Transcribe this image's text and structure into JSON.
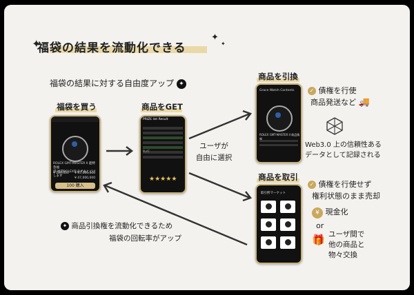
{
  "title": "福袋の結果を流動化できる",
  "subtitle": "福袋の結果に対する自由度アップ",
  "steps": {
    "buy": "福袋を買う",
    "get": "商品をGET",
    "exchange": "商品を引換",
    "trade": "商品を取引"
  },
  "middle_text": [
    "ユーザが",
    "自由に選択"
  ],
  "exchange_info": {
    "line1": "債権を行使",
    "line2": "商品発送など",
    "web3_line1": "Web3.0 上の信頼性ある",
    "web3_line2": "データとして記録される"
  },
  "trade_info": {
    "line1": "債権を行使せず",
    "line2": "権利状態のまま売却",
    "cash": "現金化",
    "or": "or",
    "barter1": "ユーザ間で",
    "barter2": "他の商品と",
    "barter3": "物々交換"
  },
  "bottom_note": {
    "line1": "商品引換権を流動化できるため",
    "line2": "福袋の回転率がアップ"
  },
  "phone1": {
    "line1": "ROLEX GMT-MASTER II 超特急福",
    "line2": "袋 福袋ROLEXを必ずおとどけします",
    "price1": "¥ 100,000",
    "price2": "¥ 47,000,000",
    "price3": "¥ 47,000,000",
    "button": "100 購入"
  },
  "phone2": {
    "header": "PRIZE list Result",
    "rank_label": "PLAT"
  },
  "phone3": {
    "header": "Grace Watch Contents",
    "caption": "ROLEX GMT-MASTER II 商品情報"
  },
  "phone4": {
    "header": "取引所マーケット"
  }
}
